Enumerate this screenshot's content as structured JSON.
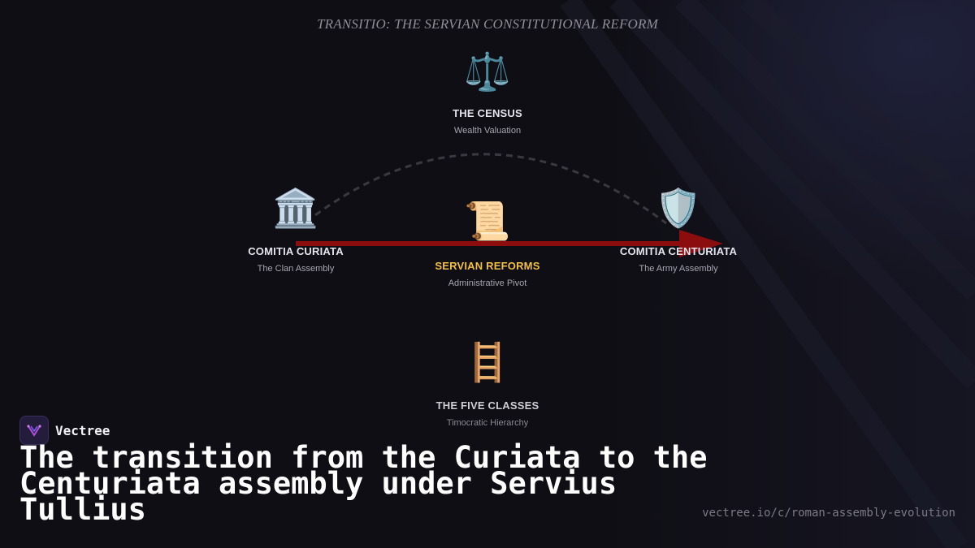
{
  "diagram": {
    "title": "TRANSITIO: THE SERVIAN CONSTITUTIONAL REFORM",
    "nodes": {
      "census": {
        "icon": "scales-icon",
        "glyph": "⚖️",
        "label": "THE CENSUS",
        "sub": "Wealth Valuation"
      },
      "curiata": {
        "icon": "classical-building-icon",
        "glyph": "🏛️",
        "label": "COMITIA CURIATA",
        "sub": "The Clan Assembly"
      },
      "reforms": {
        "icon": "scroll-icon",
        "glyph": "📜",
        "label": "SERVIAN REFORMS",
        "sub": "Administrative Pivot"
      },
      "centuriata": {
        "icon": "shield-icon",
        "glyph": "🛡️",
        "label": "COMITIA CENTURIATA",
        "sub": "The Army Assembly"
      },
      "classes": {
        "icon": "ladder-icon",
        "glyph": "🪜",
        "label": "THE FIVE CLASSES",
        "sub": "Timocratic Hierarchy"
      }
    },
    "colors": {
      "arrow": "#8b0d0d",
      "highlight": "#f0c040",
      "arc": "#3a3942"
    }
  },
  "brand": {
    "name": "Vectree",
    "logo_icon": "vectree-logo-icon"
  },
  "headline": "The transition from the Curiata to the Centuriata assembly under Servius Tullius",
  "url": "vectree.io/c/roman-assembly-evolution"
}
